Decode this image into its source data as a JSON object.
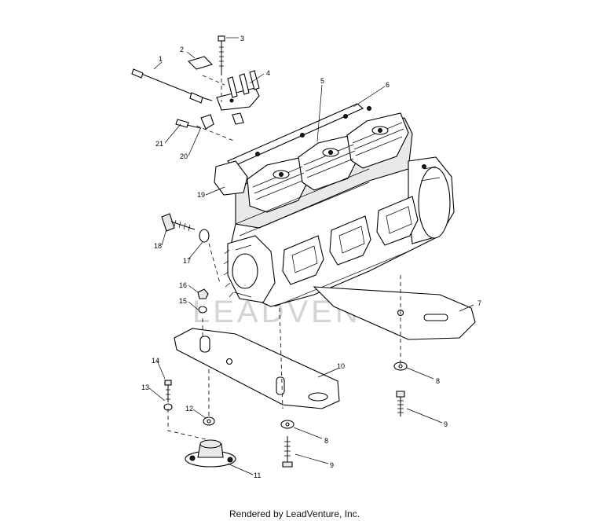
{
  "watermark": "LEADVENTURE",
  "footer": {
    "text": "Rendered by LeadVenture, Inc."
  },
  "callouts": {
    "c1": "1",
    "c2": "2",
    "c3": "3",
    "c4": "4",
    "c5": "5",
    "c6": "6",
    "c7": "7",
    "c8a": "8",
    "c8b": "8",
    "c9a": "9",
    "c9b": "9",
    "c10": "10",
    "c11": "11",
    "c12": "12",
    "c13": "13",
    "c14": "14",
    "c15": "15",
    "c16": "16",
    "c17": "17",
    "c18": "18",
    "c19": "19",
    "c20": "20",
    "c21": "21"
  }
}
